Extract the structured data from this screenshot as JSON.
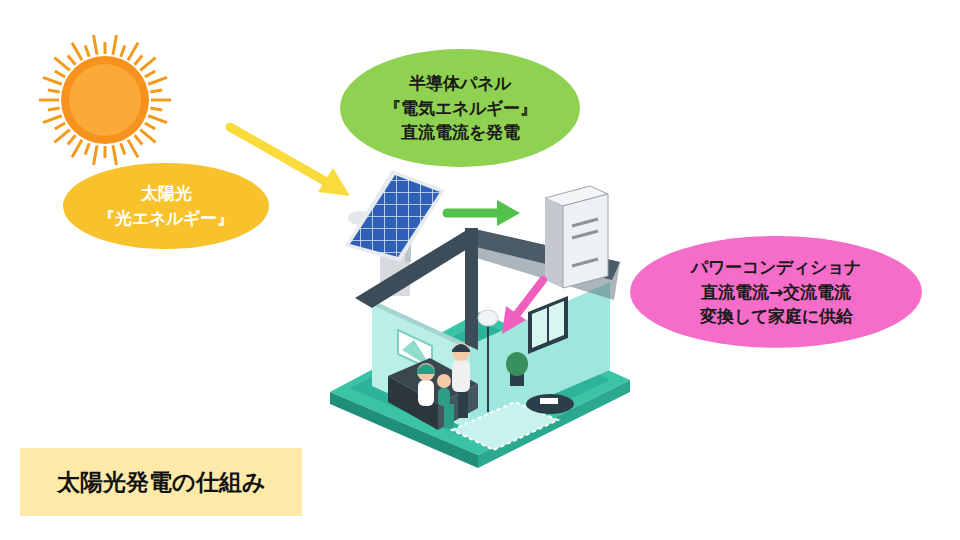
{
  "diagram": {
    "title": "太陽光発電の仕組み",
    "nodes": [
      {
        "text": [
          "半導体パネル 『電気エネルギー』 直流電流を発電"
        ]
      },
      {
        "text": [
          "太陽光 『光エネルギー』"
        ]
      },
      {
        "text": [
          "パワーコンディショナ 直流電流→交流電流 変換して家庭に供給"
        ]
      }
    ]
  }
}
